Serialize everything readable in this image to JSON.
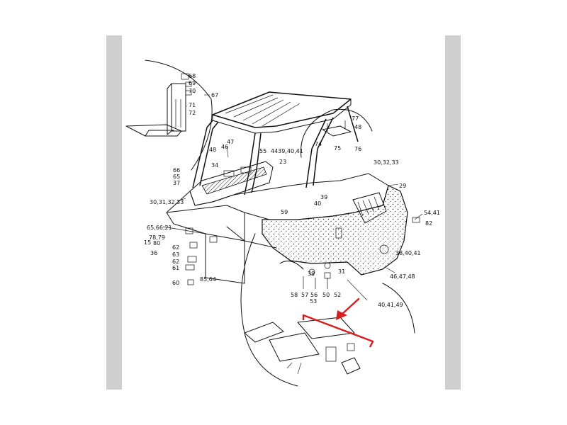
{
  "colors": {
    "page": "#ffffff",
    "margin_bars": "#cfcfcf",
    "ink": "#111111",
    "callout": "#d81e1e"
  },
  "labels": {
    "n68": "68",
    "n69": "69",
    "n70": "70",
    "n71": "71",
    "n72": "72",
    "n67": "67",
    "n47": "47",
    "n48": "48",
    "n46": "46",
    "n55": "55",
    "n4439": "4439,40,41",
    "n34": "34",
    "n23": "23",
    "n66": "66",
    "n65": "65",
    "n37": "37",
    "n303132": "30,32,33",
    "n29": "29",
    "n3031": "30,31,32,33",
    "n39": "39",
    "n40": "40",
    "n59": "59",
    "n6566": "65,66,21",
    "n7879": "78,79",
    "n15": "15",
    "n80": "80",
    "n36": "36",
    "n62a": "62",
    "n63": "63",
    "n62b": "62",
    "n61": "61",
    "n60": "60",
    "n8564": "85,64",
    "n5441": "54,41",
    "n82": "82",
    "n384041": "38,40,41",
    "n464748": "46,47,48",
    "n39b": "39",
    "n31": "31",
    "n58": "58",
    "n57": "57",
    "n56": "56",
    "n50": "50",
    "n52": "52",
    "n53": "53",
    "n404149": "40,41,49",
    "n77": "77",
    "n48b": "48",
    "n74": "74",
    "n75": "75",
    "n76": "76"
  }
}
